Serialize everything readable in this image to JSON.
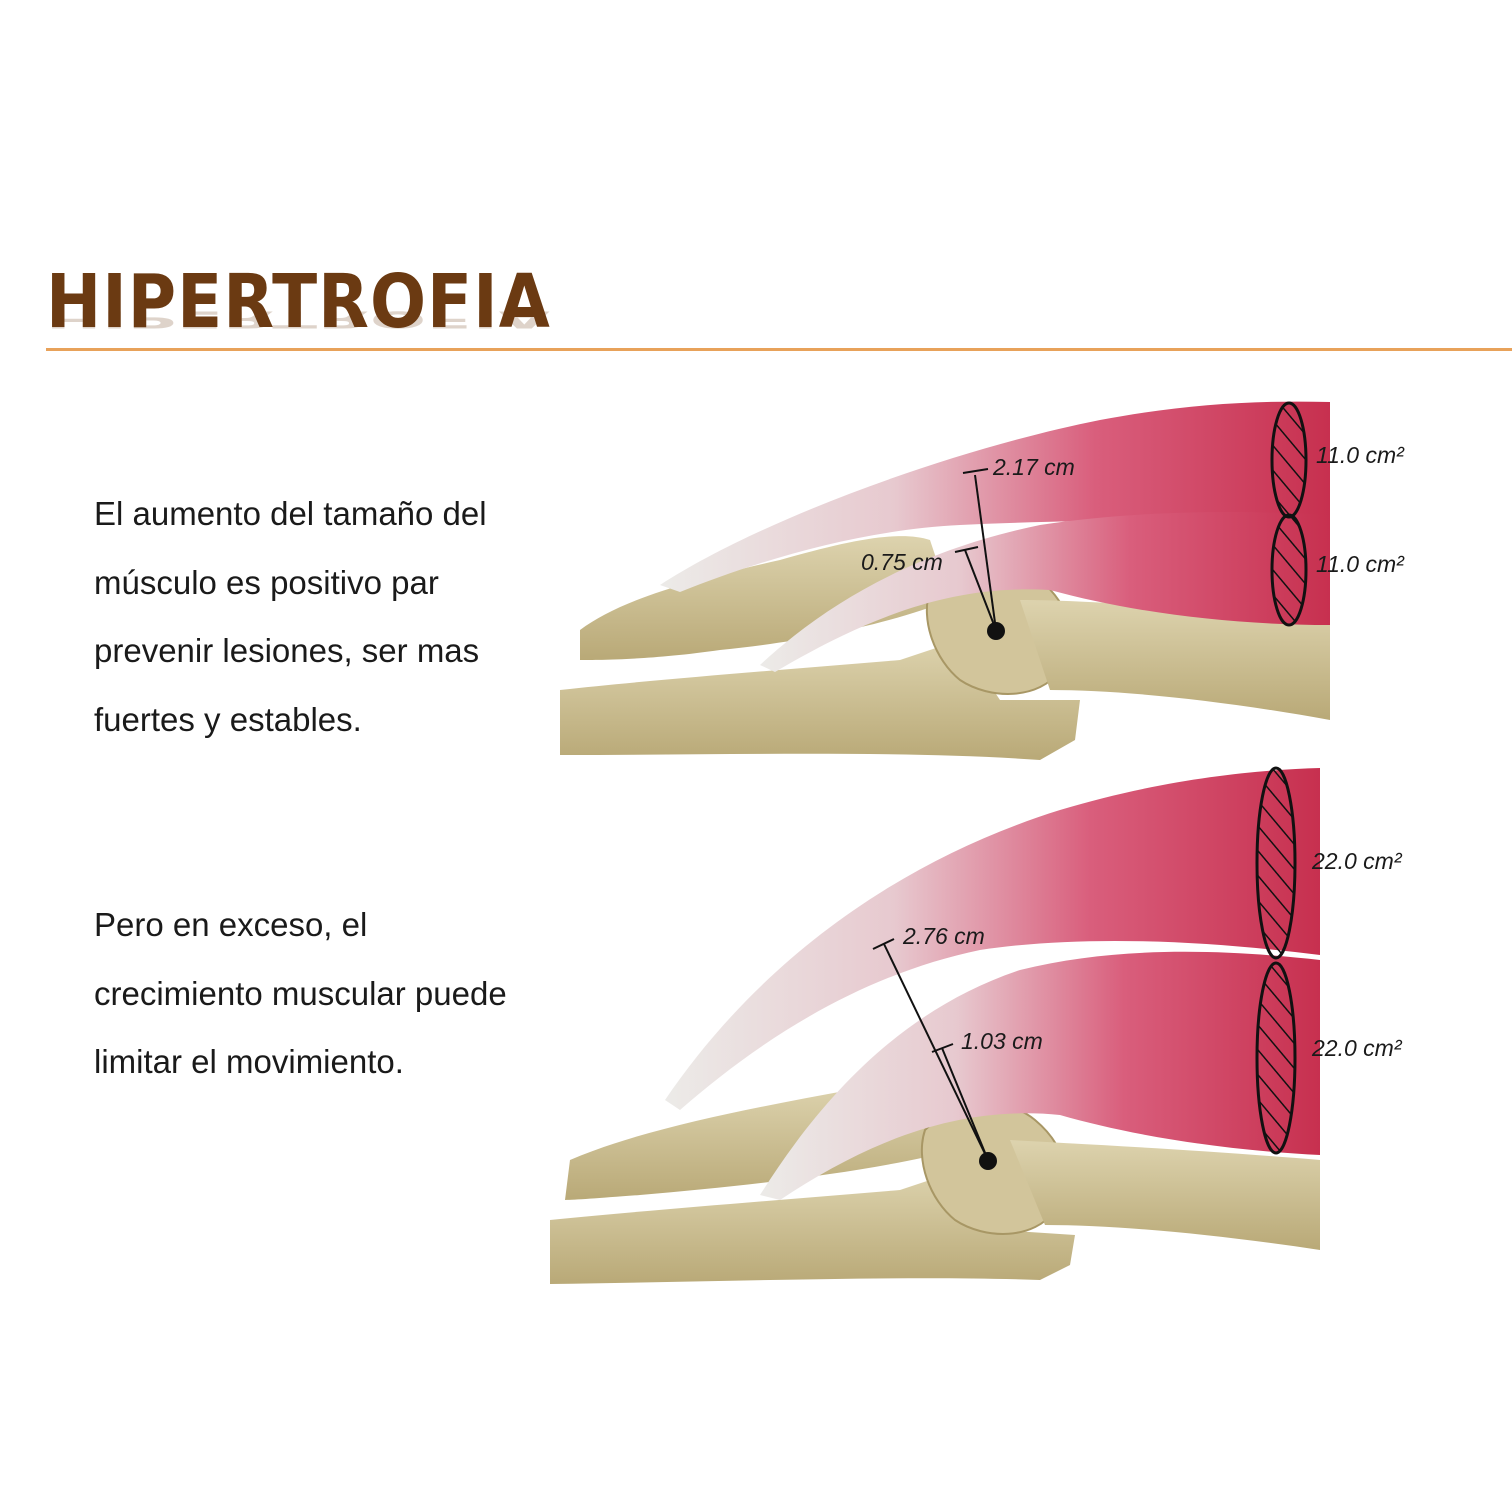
{
  "slide": {
    "title": "HIPERTROFIA",
    "paragraph_1": "El aumento del tamaño del músculo es positivo par prevenir lesiones, ser mas fuertes y estables.",
    "paragraph_2": "Pero en exceso, el crecimiento muscular puede limitar el movimiento."
  },
  "illustration_top": {
    "moment_arm_long": "2.17 cm",
    "moment_arm_short": "0.75 cm",
    "area_upper": "11.0 cm²",
    "area_lower": "11.0 cm²"
  },
  "illustration_bottom": {
    "moment_arm_long": "2.76 cm",
    "moment_arm_short": "1.03 cm",
    "area_upper": "22.0 cm²",
    "area_lower": "22.0 cm²"
  },
  "colors": {
    "title": "#6b3a12",
    "rule": "#e8a25a",
    "muscle": "#c9395c",
    "bone": "#cdbf93",
    "tendon": "#e6e3df"
  }
}
